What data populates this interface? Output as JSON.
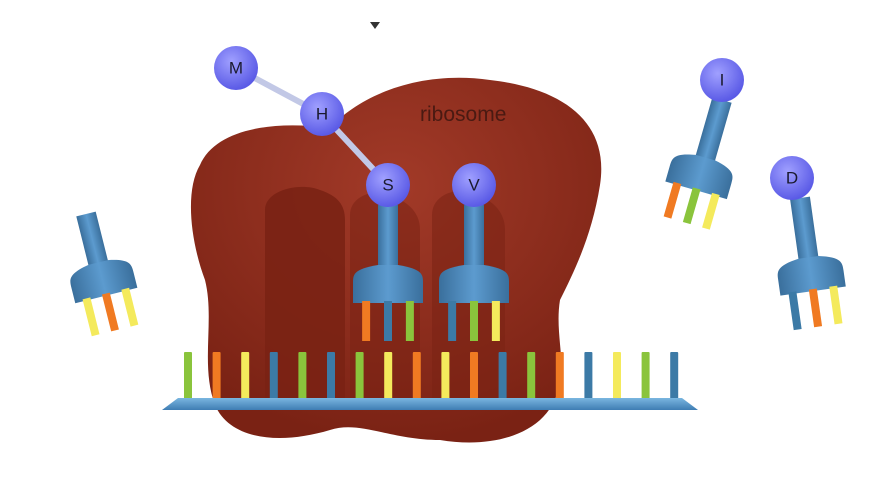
{
  "labels": {
    "ribosome": "ribosome"
  },
  "amino_acids": {
    "chain": [
      "M",
      "H",
      "S"
    ],
    "incoming_in_site": "V",
    "free_right_1": "I",
    "free_right_2": "D"
  },
  "colors": {
    "ribosome": "#8e2a1c",
    "ribosome_dark": "#6e1c10",
    "trna": "#4a86b8",
    "mrna": "#5c9bd1",
    "amino_acid": "#6f6ff0",
    "peptide_bond": "#b9c0dc",
    "base_green": "#8ac43c",
    "base_orange": "#f07a22",
    "base_yellow": "#f4ea5c",
    "base_blue": "#3c7aa6"
  },
  "mrna_codons": [
    [
      "green",
      "orange",
      "yellow"
    ],
    [
      "blue",
      "green",
      "blue"
    ],
    [
      "green",
      "yellow",
      "orange"
    ],
    [
      "yellow",
      "orange",
      "blue"
    ],
    [
      "green",
      "orange",
      "blue"
    ],
    [
      "yellow",
      "green",
      "blue"
    ]
  ],
  "trna_anticodons": {
    "left_free": [
      "yellow",
      "orange",
      "yellow"
    ],
    "p_site": [
      "orange",
      "blue",
      "green"
    ],
    "a_site": [
      "blue",
      "green",
      "yellow"
    ],
    "right_free_1": [
      "orange",
      "green",
      "yellow"
    ],
    "right_free_2": [
      "blue",
      "orange",
      "yellow"
    ]
  }
}
